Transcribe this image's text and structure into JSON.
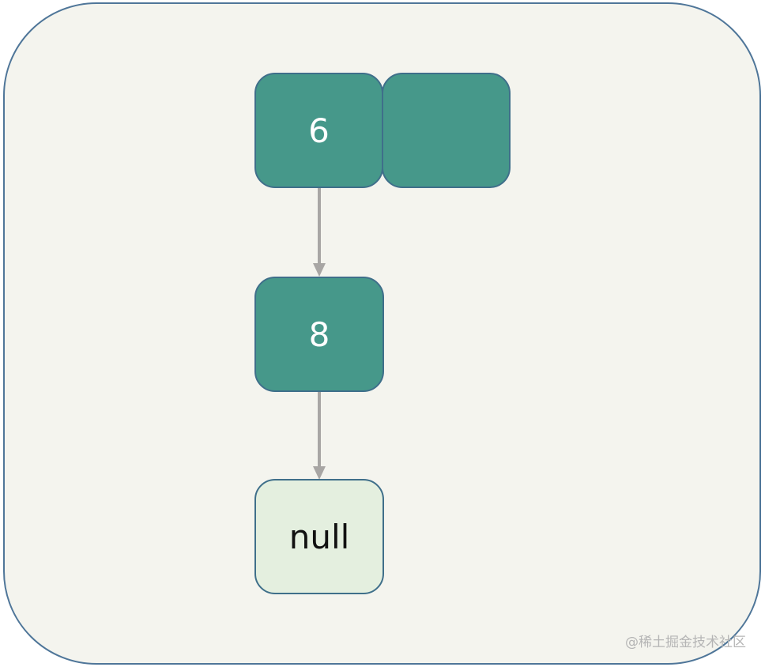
{
  "nodes": {
    "head_value": "6",
    "head_next": "",
    "second_value": "8",
    "tail_value": "null"
  },
  "watermark": "@稀土掘金技术社区",
  "colors": {
    "node_fill": "#46988a",
    "null_fill": "#e4efdf",
    "node_border": "#3f6f8a",
    "arrow": "#a8a6a4",
    "background": "#f4f4ee",
    "frame_border": "#4f7699"
  }
}
